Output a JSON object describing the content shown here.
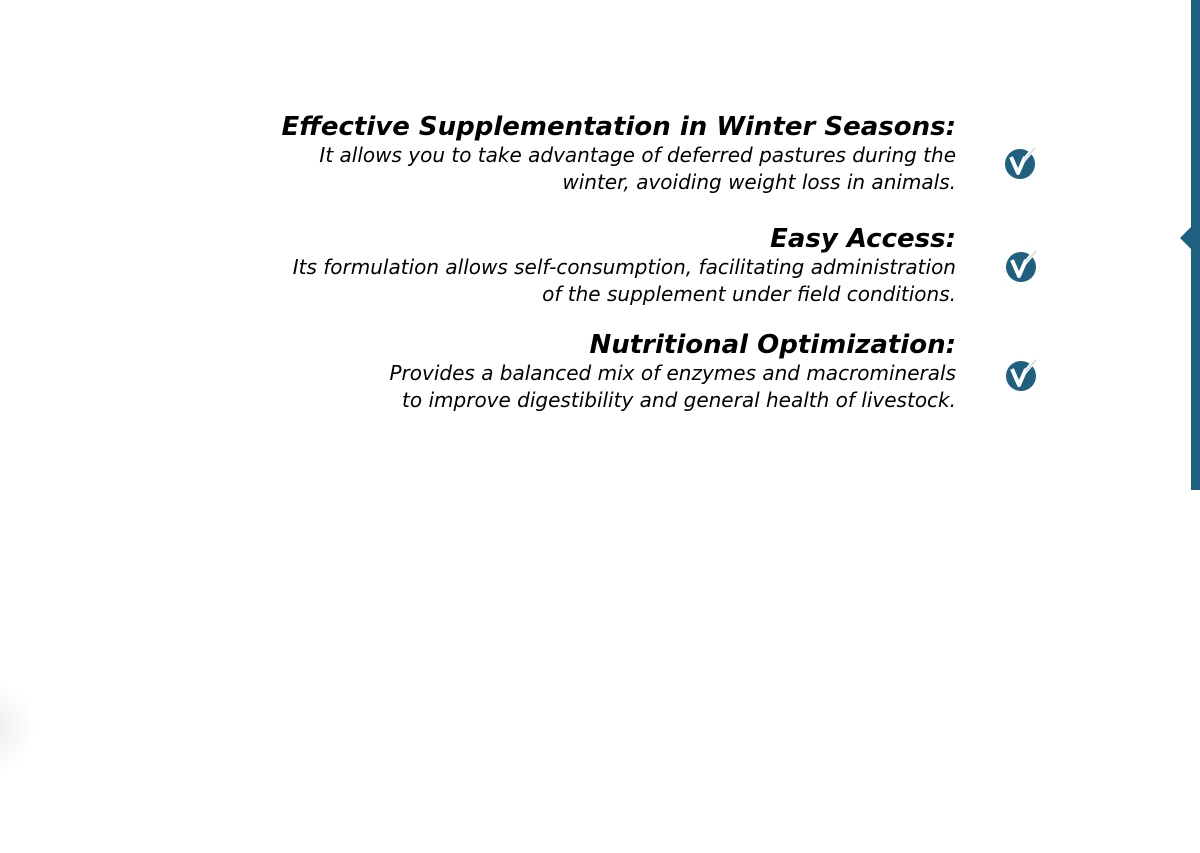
{
  "features": [
    {
      "title": "Effective Supplementation in Winter Seasons:",
      "description": "It allows you to take advantage of deferred pastures during the\nwinter, avoiding weight loss in animals.",
      "icon": "check-badge-icon"
    },
    {
      "title": "Easy Access:",
      "description": "Its formulation allows self-consumption, facilitating administration\nof the supplement under field conditions.",
      "icon": "check-badge-icon"
    },
    {
      "title": "Nutritional Optimization:",
      "description": "Provides a balanced mix of enzymes and macrominerals\nto improve digestibility and general health of livestock.",
      "icon": "check-badge-icon"
    }
  ],
  "colors": {
    "accent": "#1f5f7f",
    "text": "#000000",
    "background": "#ffffff"
  }
}
